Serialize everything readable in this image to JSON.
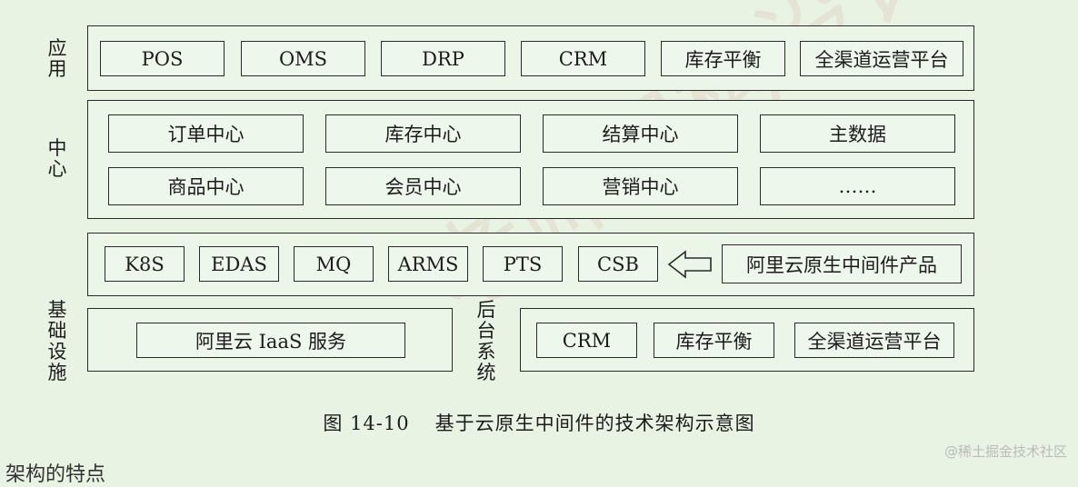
{
  "layers": {
    "app": "应用",
    "center": "中心",
    "infra": "基础设施",
    "backend": "后台系统"
  },
  "apps": [
    "POS",
    "OMS",
    "DRP",
    "CRM",
    "库存平衡",
    "全渠道运营平台"
  ],
  "centers": {
    "row1": [
      "订单中心",
      "库存中心",
      "结算中心",
      "主数据"
    ],
    "row2": [
      "商品中心",
      "会员中心",
      "营销中心",
      "……"
    ]
  },
  "middleware": [
    "K8S",
    "EDAS",
    "MQ",
    "ARMS",
    "PTS",
    "CSB"
  ],
  "middleware_product": "阿里云原生中间件产品",
  "iaas": "阿里云 IaaS 服务",
  "backend_systems": [
    "CRM",
    "库存平衡",
    "全渠道运营平台"
  ],
  "caption": {
    "number": "图 14-10",
    "title": "基于云原生中间件的技术架构示意图"
  },
  "source": "@稀土掘金技术社区",
  "next_text": "架构的特点"
}
